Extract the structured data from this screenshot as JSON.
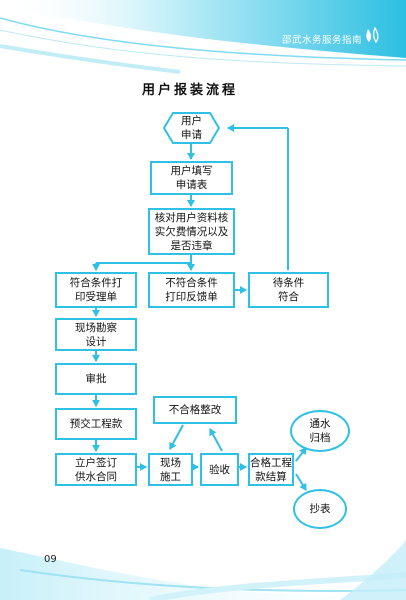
{
  "header": {
    "text": "邵武水务服务指南"
  },
  "title": "用户报装流程",
  "steps": {
    "apply": "用户\n申请",
    "fill_form": "用户填写\n申请表",
    "verify": "核对用户资料核\n实欠费情况以及\n是否违章",
    "qualified": "符合条件打\n印受理单",
    "unqualified": "不符合条件\n打印反馈单",
    "pending": "待条件\n符合",
    "survey": "现场勘察\n设计",
    "approve": "审批",
    "prepay": "预交工程款",
    "contract": "立户签订\n供水合同",
    "construction": "现场\n施工",
    "inspection": "验收",
    "rectify": "不合格整改",
    "settlement": "合格工程\n款结算",
    "archive": "通水\n归档",
    "meter": "抄表"
  },
  "page_number": "09",
  "colors": {
    "accent": "#2fc1e3",
    "wave": "#5ed3ec"
  }
}
